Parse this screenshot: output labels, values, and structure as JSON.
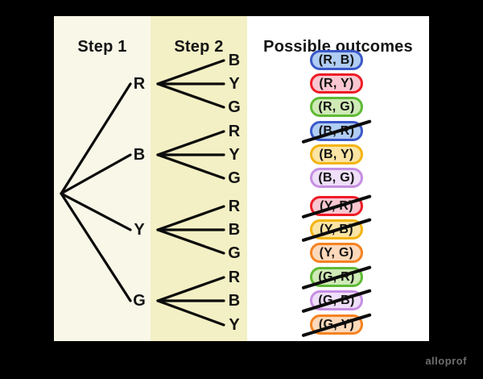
{
  "headers": {
    "step1": "Step 1",
    "step2": "Step 2",
    "outcomes": "Possible outcomes"
  },
  "tree": {
    "root_children": [
      {
        "label": "R",
        "children": [
          "B",
          "Y",
          "G"
        ]
      },
      {
        "label": "B",
        "children": [
          "R",
          "Y",
          "G"
        ]
      },
      {
        "label": "Y",
        "children": [
          "R",
          "B",
          "G"
        ]
      },
      {
        "label": "G",
        "children": [
          "R",
          "B",
          "Y"
        ]
      }
    ]
  },
  "outcomes": [
    {
      "label": "(R, B)",
      "color": "blue",
      "crossed": false
    },
    {
      "label": "(R, Y)",
      "color": "red",
      "crossed": false
    },
    {
      "label": "(R, G)",
      "color": "green",
      "crossed": false
    },
    {
      "label": "(B, R)",
      "color": "blue",
      "crossed": true
    },
    {
      "label": "(B, Y)",
      "color": "gold",
      "crossed": false
    },
    {
      "label": "(B, G)",
      "color": "purple",
      "crossed": false
    },
    {
      "label": "(Y, R)",
      "color": "red",
      "crossed": true
    },
    {
      "label": "(Y, B)",
      "color": "gold",
      "crossed": true
    },
    {
      "label": "(Y, G)",
      "color": "orange",
      "crossed": false
    },
    {
      "label": "(G, R)",
      "color": "green",
      "crossed": true
    },
    {
      "label": "(G, B)",
      "color": "purple",
      "crossed": true
    },
    {
      "label": "(G, Y)",
      "color": "orange",
      "crossed": true
    }
  ],
  "palette": {
    "blue": {
      "fill": "#b0cdf4",
      "border": "#3b58c9"
    },
    "red": {
      "fill": "#f9c7d1",
      "border": "#ee1c25"
    },
    "green": {
      "fill": "#cfeab6",
      "border": "#5eba34"
    },
    "gold": {
      "fill": "#fbe4a4",
      "border": "#f3b410"
    },
    "purple": {
      "fill": "#efdff8",
      "border": "#c68fe2"
    },
    "orange": {
      "fill": "#fcd9bb",
      "border": "#f58220"
    }
  },
  "colors": {
    "frame": "#000000",
    "step1_column_bg": "#f9f8e8",
    "step2_column_bg": "#f3f0c5",
    "line": "#0c0c0c"
  },
  "watermark": "alloprof"
}
